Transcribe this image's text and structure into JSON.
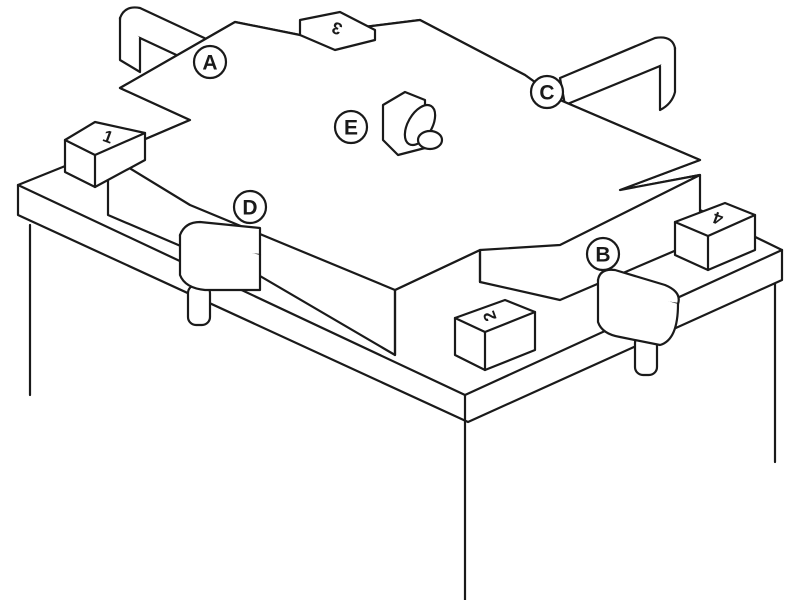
{
  "callouts": {
    "A": "A",
    "B": "B",
    "C": "C",
    "D": "D",
    "E": "E"
  },
  "tabs": {
    "t1": "1",
    "t2": "2",
    "t3": "3",
    "t4": "4"
  }
}
